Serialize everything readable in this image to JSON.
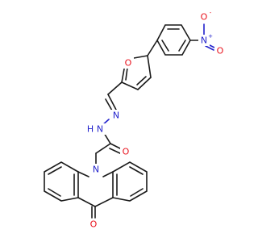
{
  "colors": {
    "carbon_bond": "#1a1a1a",
    "oxygen": "#e8101b",
    "nitrogen": "#2222cc",
    "background": "#ffffff"
  },
  "atoms": {
    "nitro_o_top": "O",
    "nitro_o_top_charge": "-",
    "nitro_n": "N",
    "nitro_n_charge": "+",
    "nitro_o_bottom": "O",
    "furan_o": "O",
    "hydrazone_n1": "N",
    "hydrazone_n2": "N",
    "hydrazone_h": "H",
    "amide_o": "O",
    "acridone_n": "N",
    "acridone_o": "O"
  }
}
